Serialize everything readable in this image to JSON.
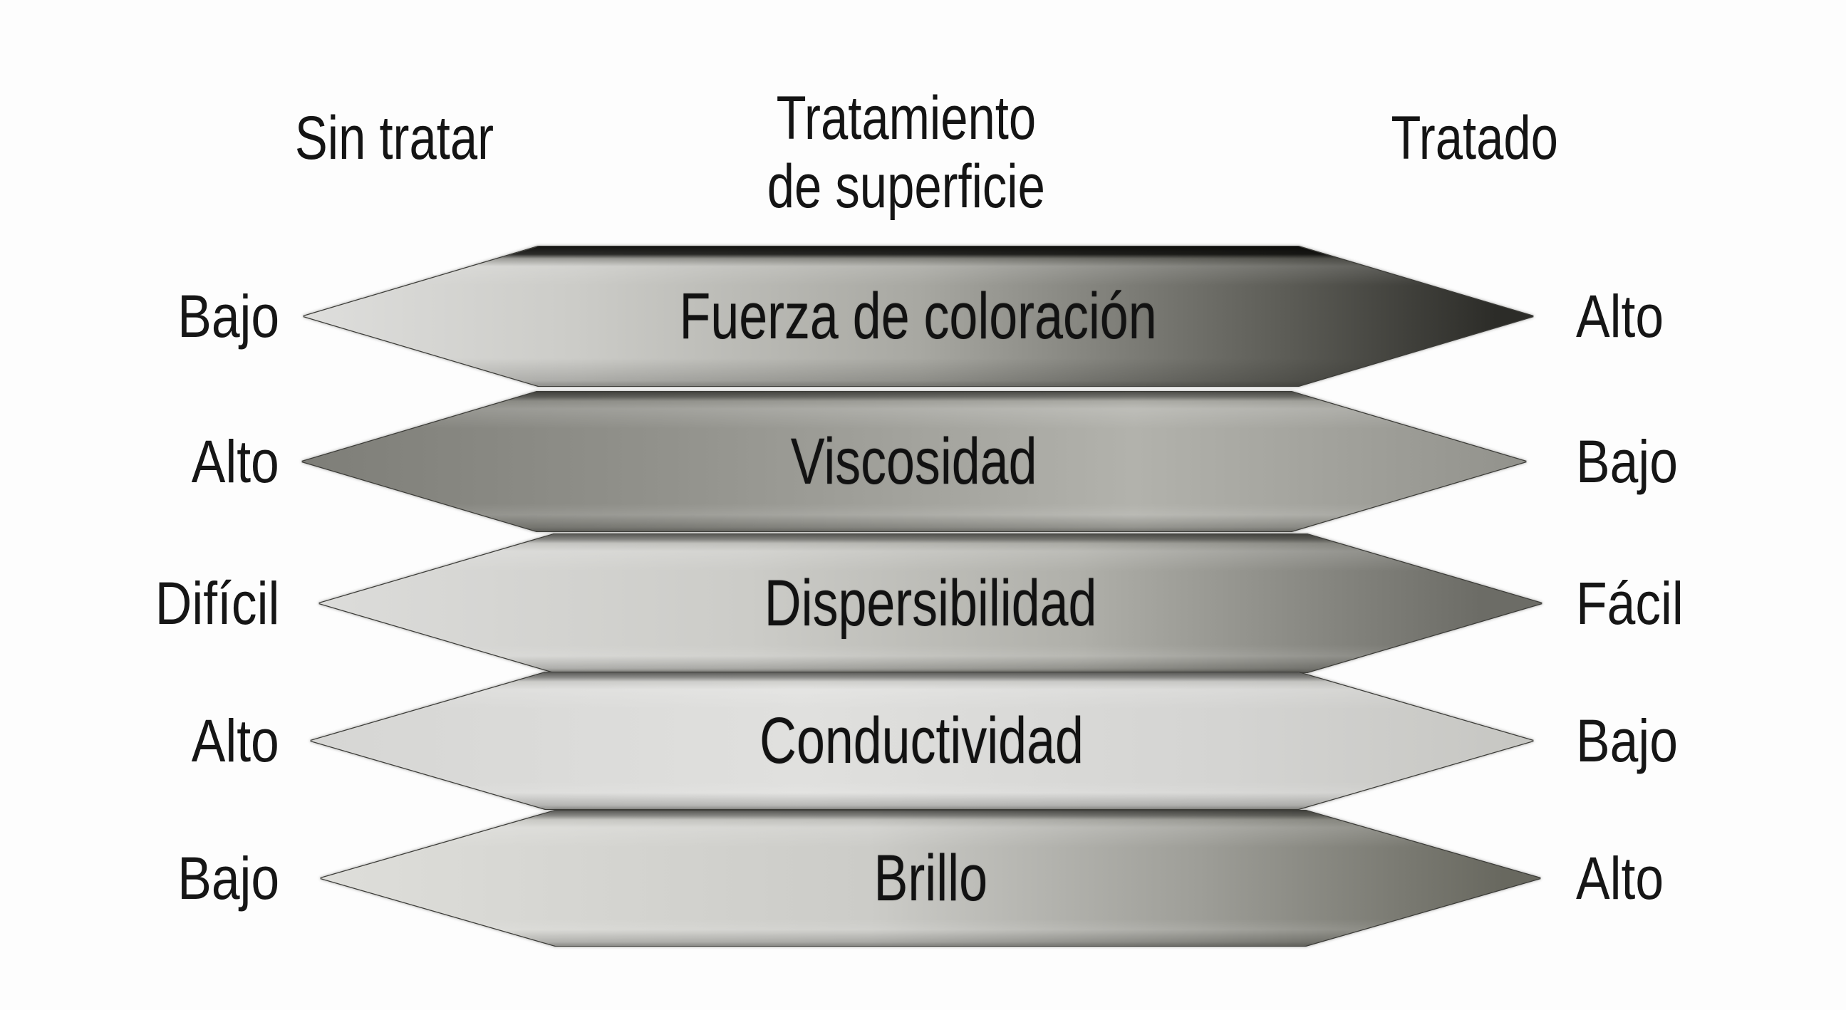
{
  "headers": {
    "left": "Sin tratar",
    "center_line1": "Tratamiento",
    "center_line2": "de superficie",
    "right": "Tratado"
  },
  "rows": [
    {
      "property": "Fuerza de coloración",
      "untreated": "Bajo",
      "treated": "Alto",
      "gradient": [
        "#dedeDC 0%",
        "#cccCC8 22%",
        "#a8a8a2 50%",
        "#5c5c56 80%",
        "#2c2c28 97%"
      ]
    },
    {
      "property": "Viscosidad",
      "untreated": "Alto",
      "treated": "Bajo",
      "gradient": [
        "#7e7e78 0%",
        "#92928c 30%",
        "#b2b2ac 68%",
        "#92928c 100%"
      ]
    },
    {
      "property": "Dispersibilidad",
      "untreated": "Difícil",
      "treated": "Fácil",
      "gradient": [
        "#dcdcda 0%",
        "#ccccc8 35%",
        "#b0b0aa 62%",
        "#6c6c66 95%"
      ]
    },
    {
      "property": "Conductividad",
      "untreated": "Alto",
      "treated": "Bajo",
      "gradient": [
        "#d6d6d4 0%",
        "#e0e0de 40%",
        "#d4d4d2 75%",
        "#c6c6c2 100%"
      ]
    },
    {
      "property": "Brillo",
      "untreated": "Bajo",
      "treated": "Alto",
      "gradient": [
        "#dededa 0%",
        "#ccccc8 45%",
        "#9e9e98 72%",
        "#68685f 97%"
      ]
    }
  ],
  "colors": {
    "background": "#fdfdfd",
    "outline": "#3c3c38",
    "text": "#141414"
  }
}
